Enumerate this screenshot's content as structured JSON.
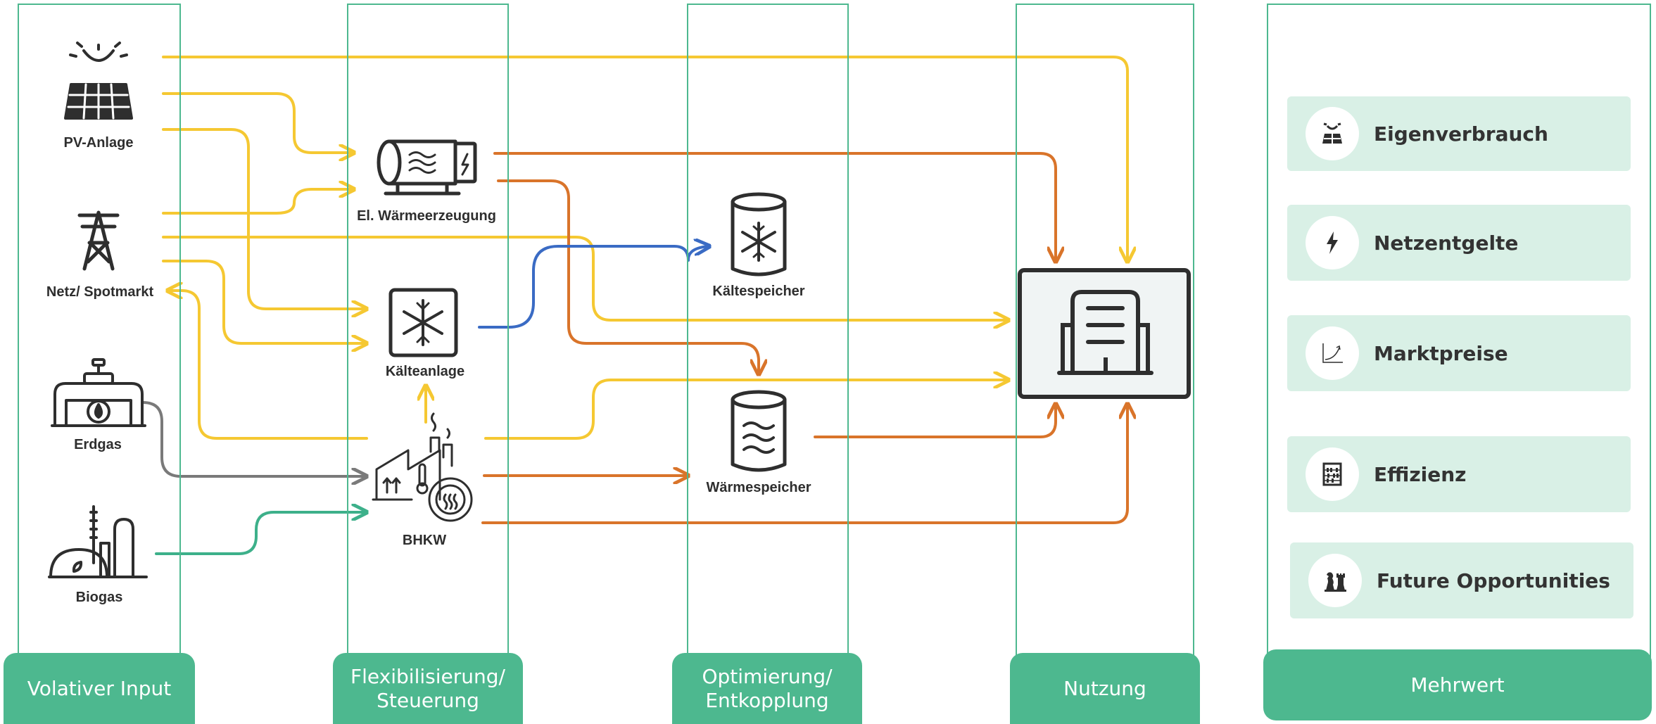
{
  "columns": {
    "input": "Volativer Input",
    "flex": "Flexibilisierung/\nSteuerung",
    "opt": "Optimierung/\nEntkopplung",
    "use": "Nutzung",
    "value": "Mehrwert"
  },
  "nodes": {
    "pv": "PV-Anlage",
    "netz": "Netz/ Spotmarkt",
    "erdgas": "Erdgas",
    "biogas": "Biogas",
    "el_waerme": "El. Wärmeerzeugung",
    "kaelteanlage": "Kälteanlage",
    "bhkw": "BHKW",
    "kaeltespeicher": "Kältespeicher",
    "waermespeicher": "Wärmespeicher"
  },
  "benefits": [
    {
      "label": "Eigenverbrauch",
      "icon": "solar-panel-icon"
    },
    {
      "label": "Netzentgelte",
      "icon": "lightning-icon"
    },
    {
      "label": "Marktpreise",
      "icon": "rising-chart-icon"
    },
    {
      "label": "Effizienz",
      "icon": "abacus-icon"
    },
    {
      "label": "Future Opportunities",
      "icon": "chess-pieces-icon"
    }
  ],
  "colors": {
    "accent": "#4db88f",
    "benefit_bg": "#d9f0e6",
    "flow_power": "#f5c832",
    "flow_heat": "#d9742a",
    "flow_cold": "#3a6bc4",
    "flow_gas": "#7a7a7a",
    "flow_biogas": "#3db08a",
    "icon": "#2e2e2e"
  }
}
